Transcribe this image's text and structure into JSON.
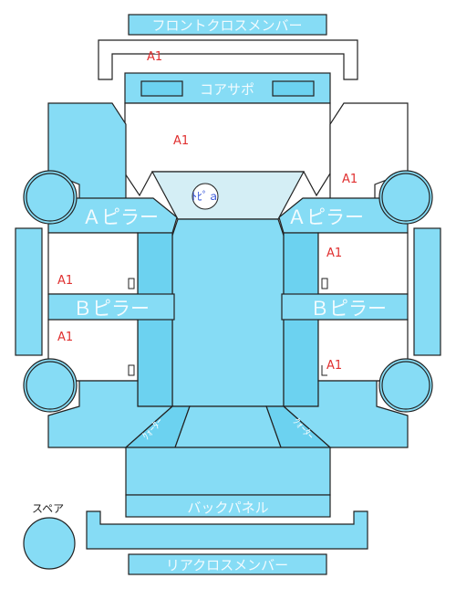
{
  "labels": {
    "front_cross_member": "フロントクロスメンバー",
    "core_support": "コアサポ",
    "a_pillar_left": "Ａピラー",
    "a_pillar_right": "Ａピラー",
    "b_pillar_left": "Ｂピラー",
    "b_pillar_right": "Ｂピラー",
    "back_panel": "バックパネル",
    "rear_cross_member": "リアクロスメンバー",
    "spare": "スペア",
    "pillar_tag": "ﾄﾋﾟａ",
    "quarter_left": "ｸｫｰﾀｰ",
    "quarter_right": "ｸｫｰﾀｰ"
  },
  "damage_codes": {
    "front_member": "A1",
    "hood": "A1",
    "front_right_fender": "A1",
    "front_left_door": "A1",
    "front_right_door": "A1",
    "rear_left_door": "A1",
    "rear_right_door": "A1"
  },
  "colors": {
    "panel": "#86dcf5",
    "glass": "#d4eef5",
    "damage_code": "#e03030",
    "pillar_tag": "#2f4fd8"
  }
}
